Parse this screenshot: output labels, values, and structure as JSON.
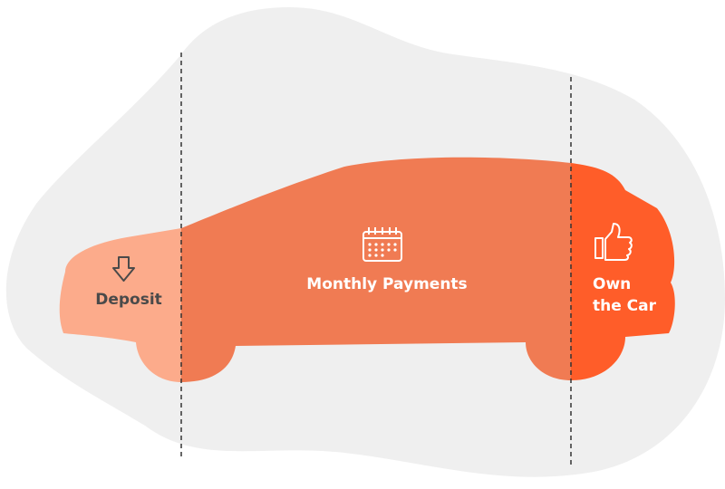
{
  "labels": {
    "deposit": "Deposit",
    "monthly": "Monthly Payments",
    "own_line1": "Own",
    "own_line2": "the Car"
  },
  "icons": {
    "deposit": "down-arrow-icon",
    "monthly": "calendar-icon",
    "own": "thumbs-up-icon"
  },
  "colors": {
    "blob": "#efefef",
    "deposit": "#fcab8b",
    "monthly": "#f07b53",
    "own": "#ff5d29",
    "deposit_text": "#4a4a4a",
    "light_text": "#ffffff",
    "divider": "#333333"
  }
}
